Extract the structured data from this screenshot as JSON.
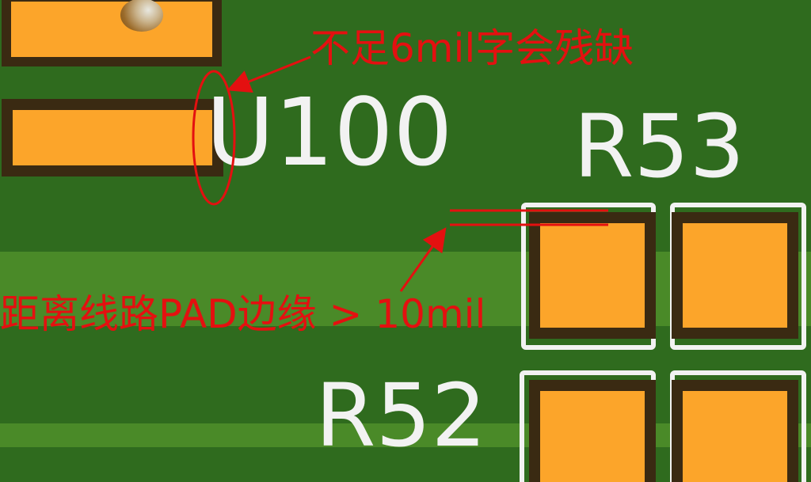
{
  "annotations": {
    "note_top": "不足6mil字会残缺",
    "note_bottom": "距离线路PAD边缘 > 10mil"
  },
  "silkscreen": {
    "u100": "U100",
    "r53": "R53",
    "r52": "R52"
  },
  "colors": {
    "board": "#2f6b1e",
    "trace": "#4a8a28",
    "pad": "#fca52a",
    "pad_outline": "#3a2a12",
    "silkscreen": "#f2f2f2",
    "annotation": "#e41010"
  }
}
